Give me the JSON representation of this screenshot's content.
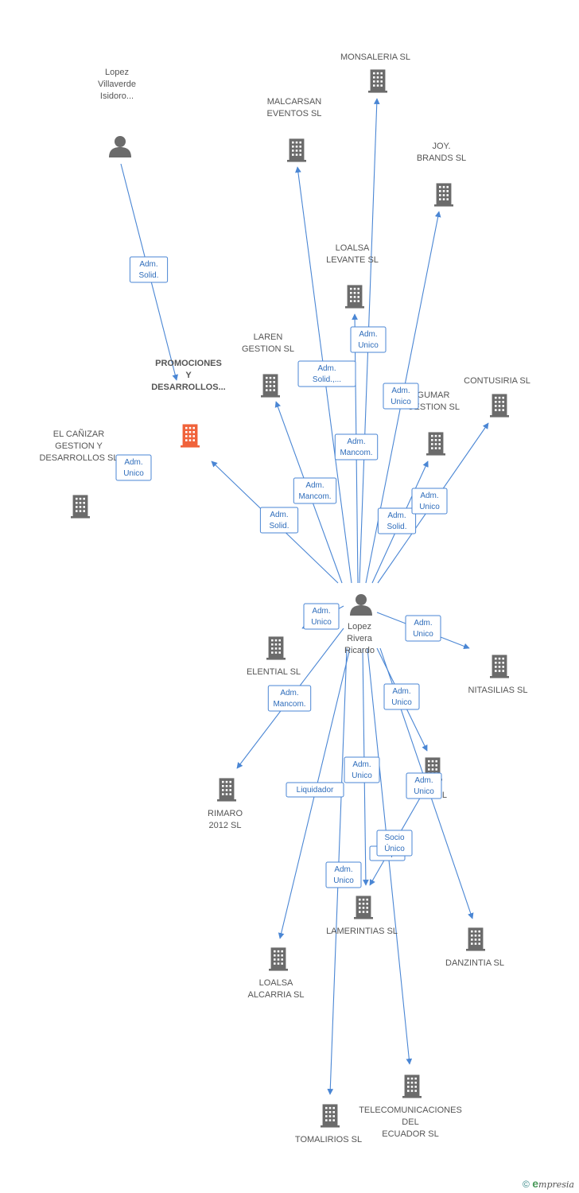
{
  "colors": {
    "edge": "#4a86d4",
    "icon": "#6b6b6b",
    "focus_icon": "#f0623a",
    "role_text": "#2f6dbb"
  },
  "nodes": [
    {
      "id": "monsaleria",
      "type": "company",
      "lines": [
        "MONSALERIA SL"
      ]
    },
    {
      "id": "malcarsan",
      "type": "company",
      "lines": [
        "MALCARSAN",
        "EVENTOS  SL"
      ]
    },
    {
      "id": "joy",
      "type": "company",
      "lines": [
        "JOY.",
        "BRANDS SL"
      ]
    },
    {
      "id": "lopezvillaverde",
      "type": "person",
      "lines": [
        "Lopez",
        "Villaverde",
        "Isidoro..."
      ]
    },
    {
      "id": "loalsalevante",
      "type": "company",
      "lines": [
        "LOALSA",
        "LEVANTE SL"
      ]
    },
    {
      "id": "laren",
      "type": "company",
      "lines": [
        "LAREN",
        "GESTION SL"
      ]
    },
    {
      "id": "promociones",
      "type": "focus",
      "lines": [
        "PROMOCIONES",
        "Y",
        "DESARROLLOS..."
      ]
    },
    {
      "id": "contusiria",
      "type": "company",
      "lines": [
        "CONTUSIRIA SL"
      ]
    },
    {
      "id": "gumar",
      "type": "company",
      "lines": [
        "GUMAR",
        "GESTION SL"
      ]
    },
    {
      "id": "elcanizar",
      "type": "company",
      "lines": [
        "EL CAÑIZAR",
        "GESTION Y",
        "DESARROLLOS SL"
      ]
    },
    {
      "id": "lopezrivera",
      "type": "person",
      "lines": [
        "Lopez",
        "Rivera",
        "Ricardo"
      ]
    },
    {
      "id": "elential",
      "type": "company",
      "lines": [
        "ELENTIAL SL"
      ]
    },
    {
      "id": "nitasilias",
      "type": "company",
      "lines": [
        "NITASILIAS SL"
      ]
    },
    {
      "id": "rimaro",
      "type": "company",
      "lines": [
        "RIMARO",
        "2012 SL"
      ]
    },
    {
      "id": "mxs",
      "type": "company",
      "lines": [
        "M          S SL"
      ]
    },
    {
      "id": "lamerintias",
      "type": "company",
      "lines": [
        "LAMERINTIAS SL"
      ]
    },
    {
      "id": "danzintia",
      "type": "company",
      "lines": [
        "DANZINTIA SL"
      ]
    },
    {
      "id": "loalsaalcarria",
      "type": "company",
      "lines": [
        "LOALSA",
        "ALCARRIA SL"
      ]
    },
    {
      "id": "telecom",
      "type": "company",
      "lines": [
        "TELECOMUNICACIONES",
        "DEL",
        "ECUADOR SL"
      ]
    },
    {
      "id": "tomalirios",
      "type": "company",
      "lines": [
        "TOMALIRIOS SL"
      ]
    }
  ],
  "roles": [
    {
      "id": "r1",
      "lines": [
        "Adm.",
        "Solid."
      ]
    },
    {
      "id": "r2",
      "lines": [
        "Adm.",
        "Unico"
      ]
    },
    {
      "id": "r3",
      "lines": [
        "Adm.",
        "Solid.,..."
      ]
    },
    {
      "id": "r4",
      "lines": [
        "Adm.",
        "Solid."
      ]
    },
    {
      "id": "r5",
      "lines": [
        "Adm.",
        "Mancom."
      ]
    },
    {
      "id": "r6",
      "lines": [
        "Adm.",
        "Unico"
      ]
    },
    {
      "id": "r7",
      "lines": [
        "Adm.",
        "Mancom."
      ]
    },
    {
      "id": "r8",
      "lines": [
        "Adm.",
        "Unico"
      ]
    },
    {
      "id": "r9",
      "lines": [
        "Adm.",
        "Solid."
      ]
    },
    {
      "id": "r10",
      "lines": [
        "Adm.",
        "Unico"
      ]
    },
    {
      "id": "r11",
      "lines": [
        "Adm.",
        "Unico"
      ]
    },
    {
      "id": "r12",
      "lines": [
        "Adm.",
        "Unico"
      ]
    },
    {
      "id": "r13",
      "lines": [
        "Adm.",
        "Mancom."
      ]
    },
    {
      "id": "r14",
      "lines": [
        "Adm.",
        "Unico"
      ]
    },
    {
      "id": "r15",
      "lines": [
        "Adm.",
        "Unico"
      ]
    },
    {
      "id": "r16",
      "lines": [
        "Liquidador"
      ]
    },
    {
      "id": "r17",
      "lines": [
        "Adm.",
        "Unico"
      ]
    },
    {
      "id": "r18",
      "lines": [
        "Liq"
      ]
    },
    {
      "id": "r19",
      "lines": [
        "Socio",
        "Único"
      ]
    },
    {
      "id": "r20",
      "lines": [
        "Adm.",
        "Unico"
      ]
    }
  ],
  "edges": [
    {
      "from": "lopezvillaverde",
      "to": "promociones"
    },
    {
      "from": "lopezrivera",
      "to": "monsaleria"
    },
    {
      "from": "lopezrivera",
      "to": "malcarsan"
    },
    {
      "from": "lopezrivera",
      "to": "joy"
    },
    {
      "from": "lopezrivera",
      "to": "loalsalevante"
    },
    {
      "from": "lopezrivera",
      "to": "laren"
    },
    {
      "from": "lopezrivera",
      "to": "promociones"
    },
    {
      "from": "lopezrivera",
      "to": "contusiria"
    },
    {
      "from": "lopezrivera",
      "to": "gumar"
    },
    {
      "from": "lopezrivera",
      "to": "elential"
    },
    {
      "from": "lopezrivera",
      "to": "nitasilias"
    },
    {
      "from": "lopezrivera",
      "to": "rimaro"
    },
    {
      "from": "lopezrivera",
      "to": "mxs"
    },
    {
      "from": "lopezrivera",
      "to": "danzintia"
    },
    {
      "from": "lopezrivera",
      "to": "lamerintias"
    },
    {
      "from": "lopezrivera",
      "to": "loalsaalcarria"
    },
    {
      "from": "lopezrivera",
      "to": "telecom"
    },
    {
      "from": "lopezrivera",
      "to": "tomalirios"
    },
    {
      "from": "mxs",
      "to": "lamerintias"
    }
  ],
  "footer": {
    "copyright": "©",
    "brand_initial": "e",
    "brand_rest": "mpresia"
  }
}
